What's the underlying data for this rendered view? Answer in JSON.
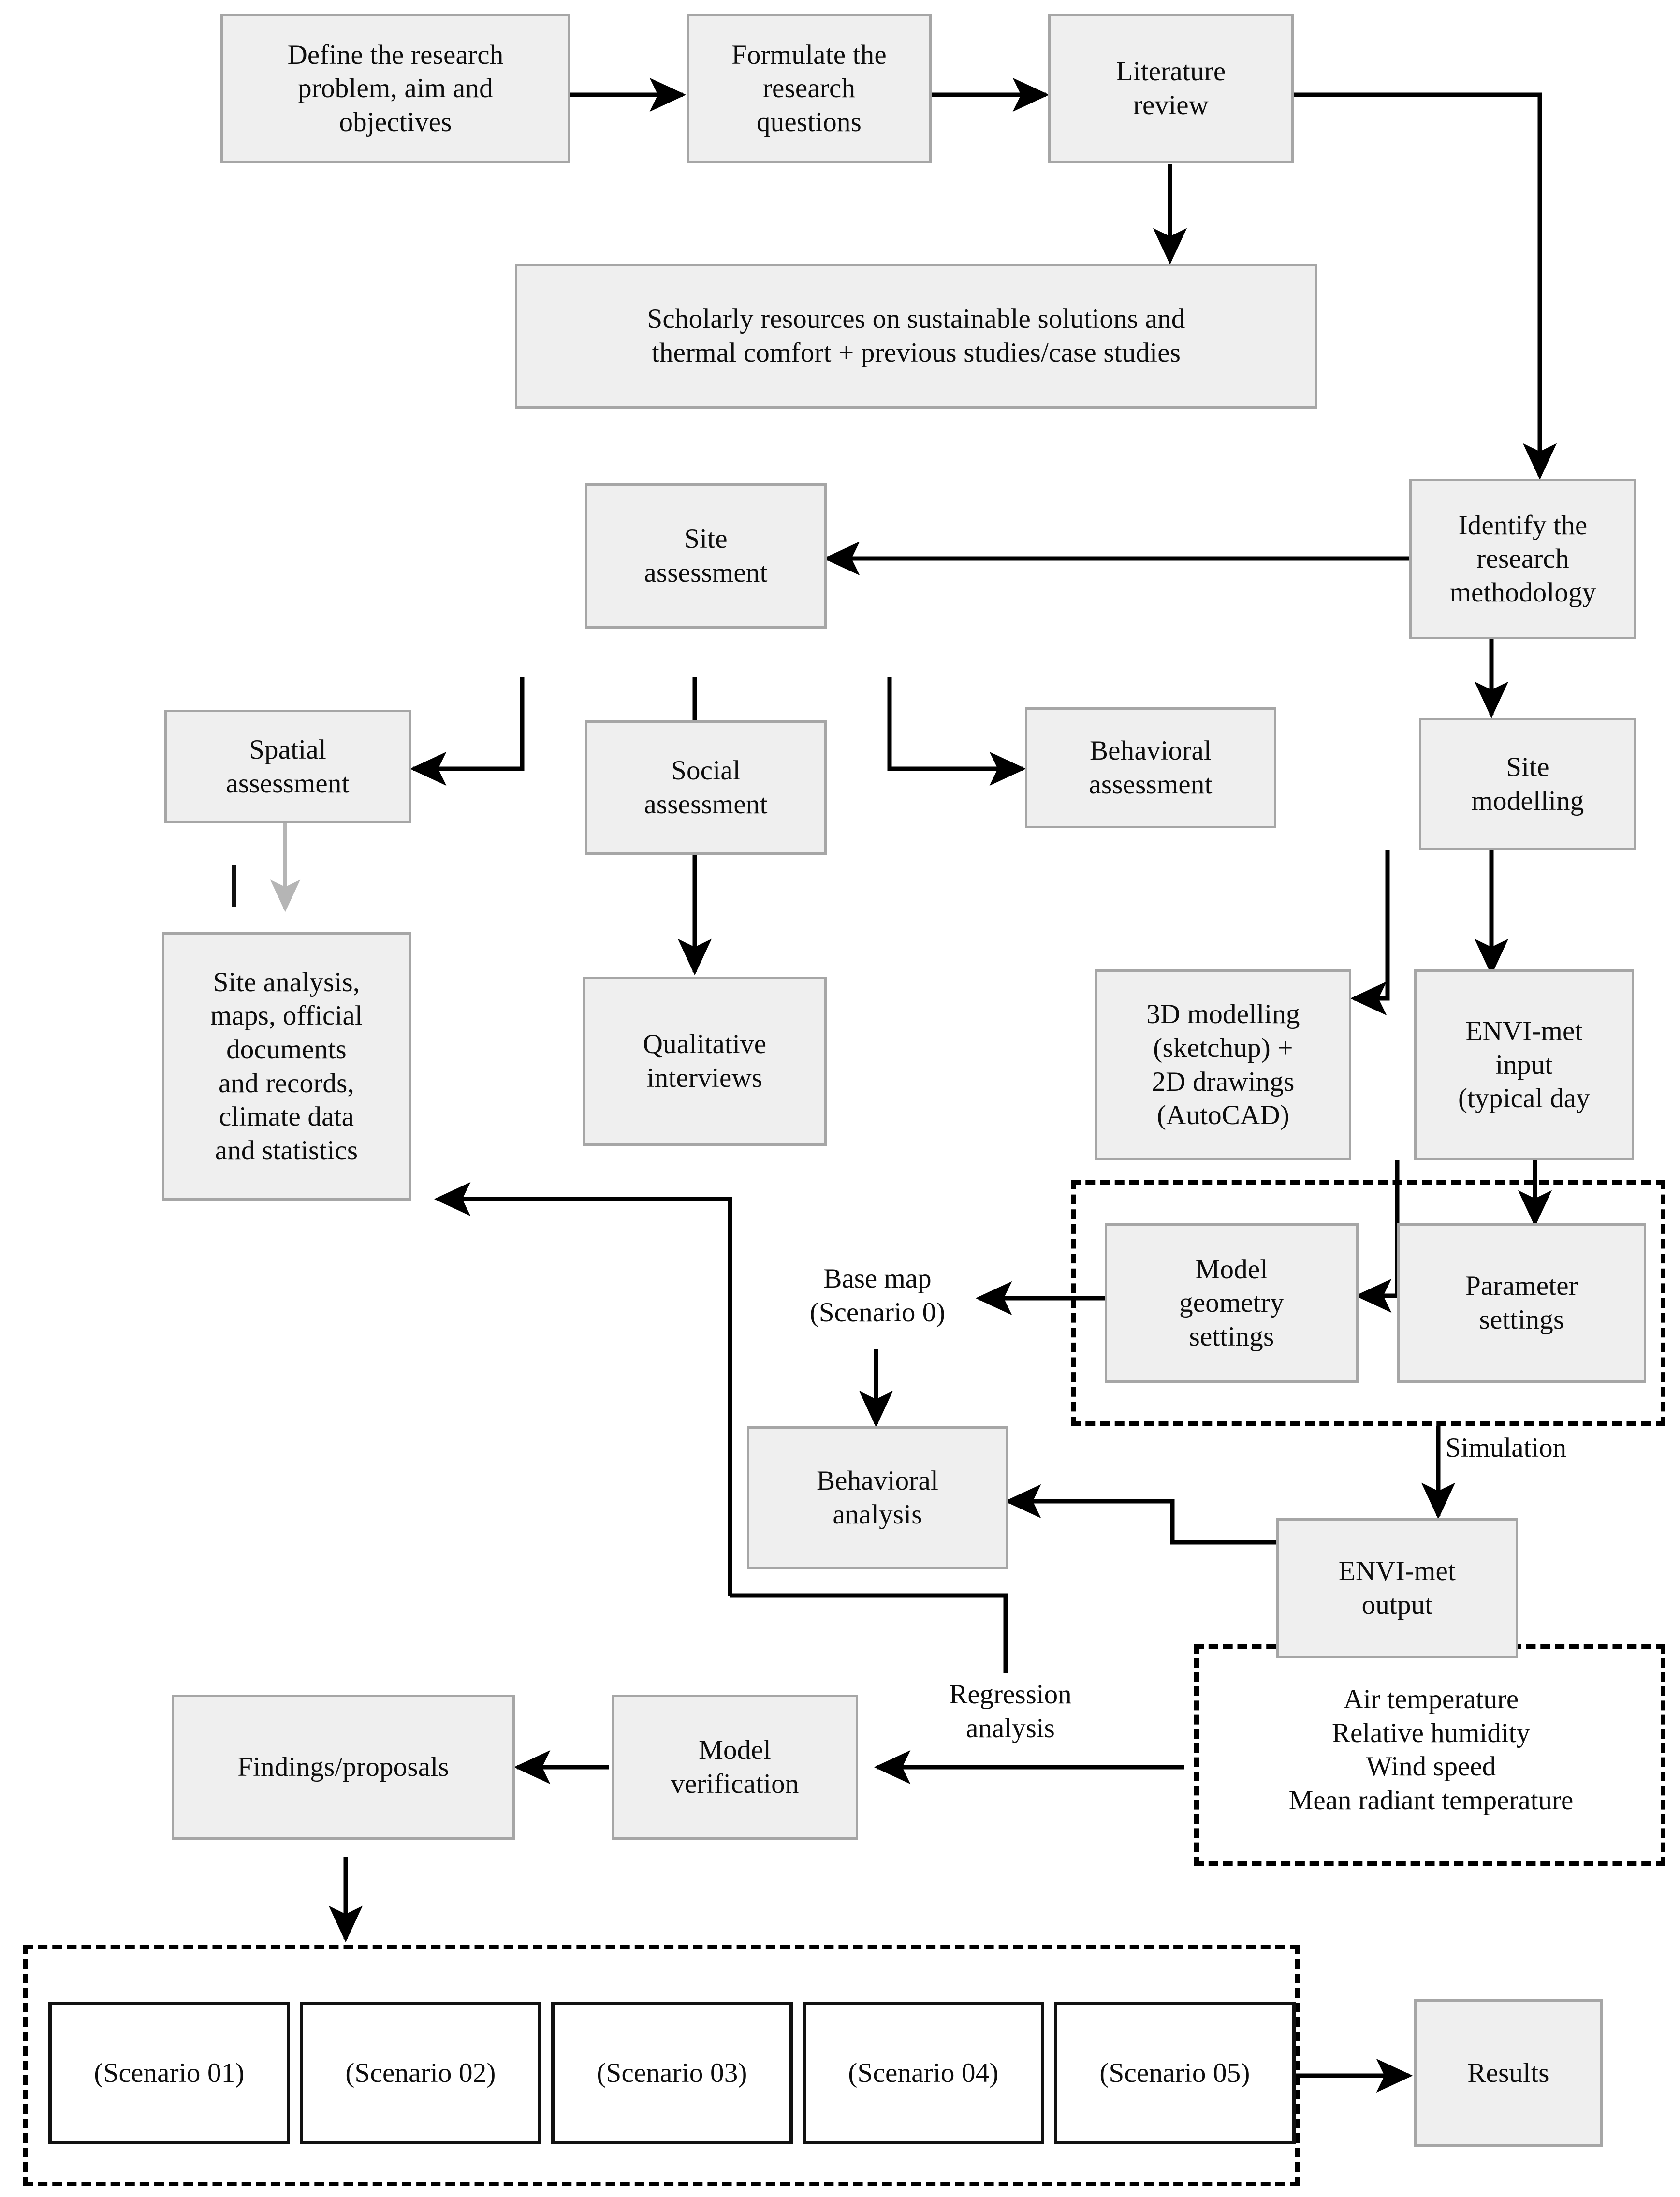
{
  "diagram": {
    "title": "Research methodology flowchart",
    "colors": {
      "node_fill": "#efefef",
      "node_border": "#a6a6a6",
      "plain_fill": "#ffffff",
      "plain_border": "#111111",
      "connector": "#000000",
      "faded_connector": "#b0b0b0"
    },
    "nodes": {
      "define_problem": "Define the research\nproblem, aim and\nobjectives",
      "formulate_questions": "Formulate the\nresearch\nquestions",
      "literature_review": "Literature\nreview",
      "scholarly_resources": "Scholarly resources on sustainable solutions and\nthermal comfort + previous studies/case studies",
      "identify_methodology": "Identify the\nresearch\nmethodology",
      "site_assessment": "Site\nassessment",
      "spatial_assessment": "Spatial\nassessment",
      "social_assessment": "Social\nassessment",
      "behavioral_assessment": "Behavioral\nassessment",
      "site_modelling": "Site\nmodelling",
      "site_analysis_docs": "Site analysis,\nmaps, official\ndocuments\nand records,\nclimate data\nand statistics",
      "qualitative_interviews": "Qualitative\ninterviews",
      "modelling_tools": "3D modelling\n(sketchup) +\n2D drawings\n(AutoCAD)",
      "envimet_input": "ENVI-met\ninput\n(typical day",
      "model_geometry_settings": "Model\ngeometry\nsettings",
      "parameter_settings": "Parameter\nsettings",
      "behavioral_analysis": "Behavioral\nanalysis",
      "envimet_output": "ENVI-met\noutput",
      "model_verification": "Model\nverification",
      "findings_proposals": "Findings/proposals",
      "results": "Results"
    },
    "labels": {
      "base_map": "Base map\n(Scenario 0)",
      "simulation": "Simulation",
      "regression_analysis": "Regression\nanalysis",
      "output_variables": "Air temperature\nRelative humidity\nWind speed\nMean radiant temperature"
    },
    "scenarios": [
      "(Scenario 01)",
      "(Scenario 02)",
      "(Scenario 03)",
      "(Scenario 04)",
      "(Scenario 05)"
    ]
  }
}
